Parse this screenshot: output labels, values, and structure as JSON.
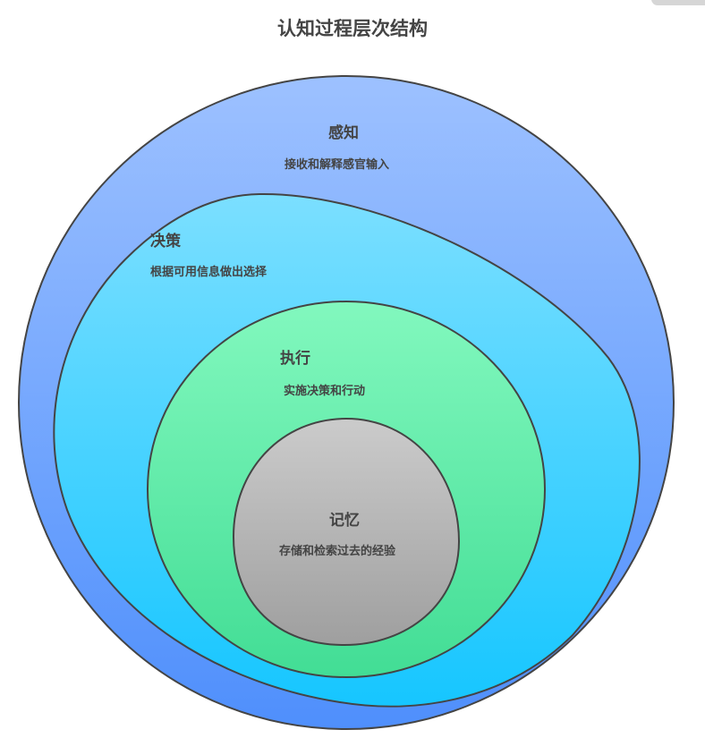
{
  "title": "认知过程层次结构",
  "layers": [
    {
      "name": "感知",
      "description": "接收和解释感官输入",
      "color_top": "#9dc1ff",
      "color_bottom": "#4f8ffc"
    },
    {
      "name": "决策",
      "description": "根据可用信息做出选择",
      "color_top": "#7bdfff",
      "color_bottom": "#16c6ff"
    },
    {
      "name": "执行",
      "description": "实施决策和行动",
      "color_top": "#82f8be",
      "color_bottom": "#42dd95"
    },
    {
      "name": "记忆",
      "description": "存储和检索过去的经验",
      "color_top": "#cbcbcb",
      "color_bottom": "#9f9f9f"
    }
  ]
}
